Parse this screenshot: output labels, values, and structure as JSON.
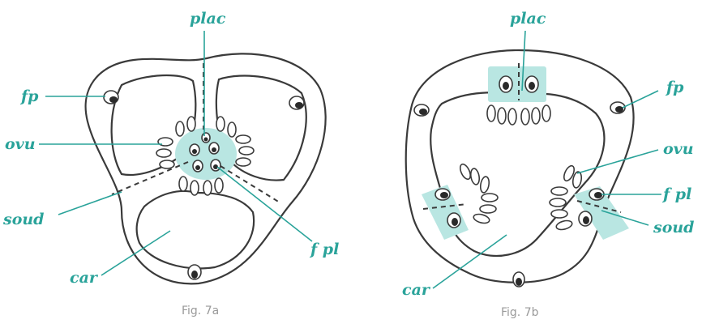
{
  "figures": [
    {
      "caption": "Fig. 7a",
      "labels": {
        "plac": "plac",
        "fp": "fp",
        "ovu": "ovu",
        "soud": "soud",
        "car": "car",
        "fpl": "f pl"
      }
    },
    {
      "caption": "Fig. 7b",
      "labels": {
        "plac": "plac",
        "fp": "fp",
        "ovu": "ovu",
        "fpl": "f pl",
        "soud": "soud",
        "car": "car"
      }
    }
  ],
  "colors": {
    "label": "#2aa39a",
    "highlight": "#b9e6e2",
    "outline": "#3a3a3a",
    "caption": "#9a9a9a"
  }
}
